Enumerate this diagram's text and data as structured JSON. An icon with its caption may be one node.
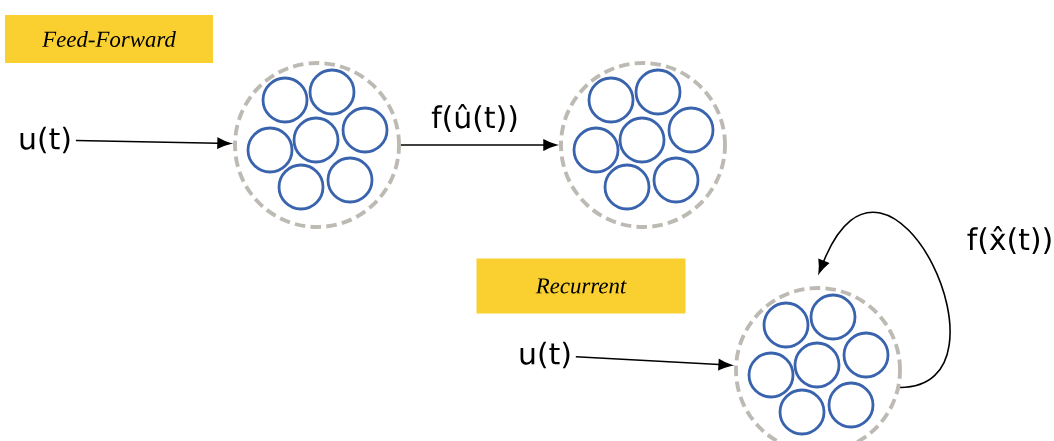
{
  "diagram": {
    "nodes": [
      {
        "text": [
          "Feed-Forward"
        ]
      },
      {
        "text": [
          "u(t)"
        ]
      },
      {
        "text": [],
        "shape": "circle"
      },
      {
        "text": [],
        "shape": "circle"
      },
      {
        "text": [
          "Recurrent"
        ]
      },
      {
        "text": [
          "u(t)"
        ]
      },
      {
        "text": [],
        "shape": "circle"
      }
    ],
    "edges": [
      {
        "from": 1,
        "to": 2,
        "arrow": "to"
      },
      {
        "from": 2,
        "to": 3,
        "arrow": "to",
        "label": "f(û(t))"
      },
      {
        "from": 5,
        "to": 6,
        "arrow": "to"
      },
      {
        "from": 6,
        "to": 6,
        "arrow": "to",
        "label": "f(x̂(t))"
      }
    ]
  }
}
